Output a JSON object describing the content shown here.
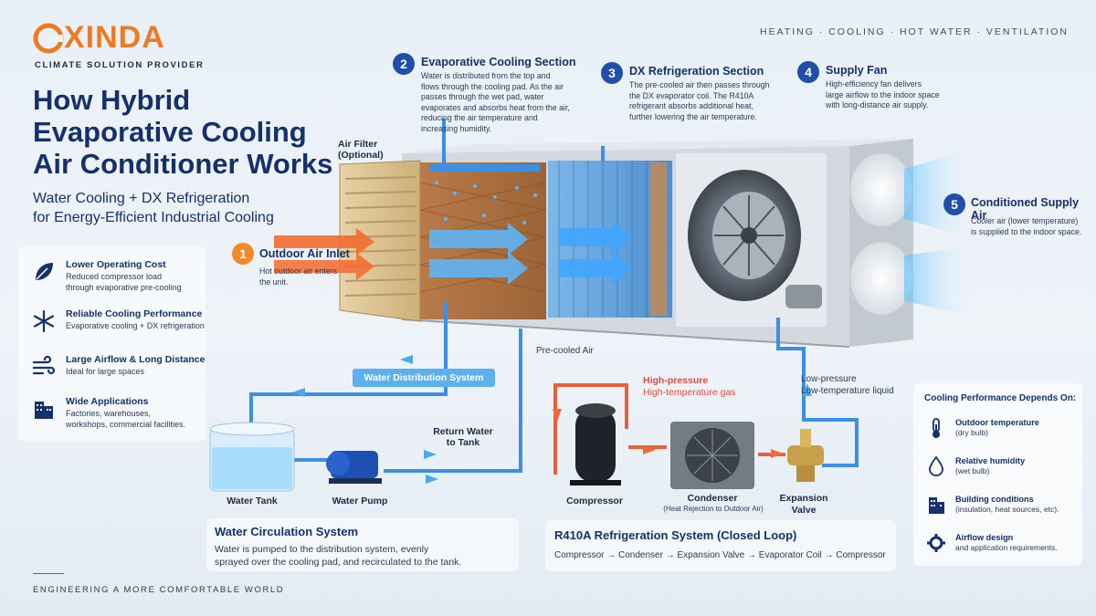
{
  "brand": {
    "name": "XINDA",
    "tagline": "CLIMATE SOLUTION PROVIDER",
    "accent": "#ee7a22",
    "navy": "#16306b"
  },
  "top_nav": "HEATING · COOLING · HOT WATER · VENTILATION",
  "title_lines": [
    "How Hybrid",
    "Evaporative Cooling",
    "Air Conditioner Works"
  ],
  "subtitle_lines": [
    "Water Cooling + DX Refrigeration",
    "for Energy-Efficient Industrial Cooling"
  ],
  "features": [
    {
      "icon": "leaf-icon",
      "title": "Lower Operating Cost",
      "desc": [
        "Reduced compressor load",
        "through evaporative pre-cooling"
      ]
    },
    {
      "icon": "snowflake-icon",
      "title": "Reliable Cooling Performance",
      "desc": [
        "Evaporative cooling + DX refrigeration"
      ]
    },
    {
      "icon": "wind-icon",
      "title": "Large Airflow & Long Distance",
      "desc": [
        "Ideal for large spaces"
      ]
    },
    {
      "icon": "building-icon",
      "title": "Wide Applications",
      "desc": [
        "Factories, warehouses,",
        "workshops, commercial facilities."
      ]
    }
  ],
  "steps": [
    {
      "num": "1",
      "title": "Outdoor Air Inlet",
      "desc": [
        "Hot outdoor air enters",
        "the unit."
      ]
    },
    {
      "num": "2",
      "title": "Evaporative Cooling Section",
      "desc": [
        "Water is distributed from the top and",
        "flows through the cooling pad. As the air",
        "passes through the wet pad, water",
        "evaporates and absorbs heat from the air,",
        "reducing the air temperature and",
        "increasing humidity."
      ]
    },
    {
      "num": "3",
      "title": "DX Refrigeration Section",
      "desc": [
        "The pre-cooled air then passes through",
        "the DX evaporator coil. The R410A",
        "refrigerant absorbs additional heat,",
        "further lowering the air temperature."
      ]
    },
    {
      "num": "4",
      "title": "Supply Fan",
      "desc": [
        "High-efficiency fan delivers",
        "large airflow to the indoor space",
        "with long-distance air supply."
      ]
    },
    {
      "num": "5",
      "title": "Conditioned Supply Air",
      "desc": [
        "Cooler air (lower temperature)",
        "is supplied to the indoor space."
      ]
    }
  ],
  "labels": {
    "air_filter": [
      "Air Filter",
      "(Optional)"
    ],
    "water_distribution": "Water Distribution System",
    "pre_cooled_air": "Pre-cooled Air",
    "return_water": [
      "Return Water",
      "to Tank"
    ],
    "high_pressure": [
      "High-pressure",
      "High-temperature gas"
    ],
    "low_pressure": [
      "Low-pressure",
      "Low-temperature liquid"
    ],
    "water_tank": "Water Tank",
    "water_pump": "Water Pump",
    "compressor": "Compressor",
    "condenser": "Condenser",
    "condenser_sub": "(Heat Rejection to Outdoor Air)",
    "expansion_valve": [
      "Expansion",
      "Valve"
    ]
  },
  "water_box": {
    "title": "Water Circulation System",
    "text": [
      "Water is pumped to the distribution system, evenly",
      "sprayed over the cooling pad, and recirculated to the tank."
    ]
  },
  "refrig_box": {
    "title": "R410A Refrigeration System (Closed Loop)",
    "text": "Compressor → Condenser → Expansion Valve → Evaporator Coil → Compressor"
  },
  "performance": {
    "title": "Cooling Performance Depends On:",
    "items": [
      {
        "icon": "thermometer-icon",
        "main": "Outdoor temperature",
        "sub": "(dry bulb)"
      },
      {
        "icon": "water-drop-icon",
        "main": "Relative humidity",
        "sub": "(wet bulb)"
      },
      {
        "icon": "building-icon",
        "main": "Building conditions",
        "sub": "(insulation, heat sources, etc)."
      },
      {
        "icon": "gear-icon",
        "main": "Airflow design",
        "sub": "and application requirements."
      }
    ]
  },
  "footer": "ENGINEERING A MORE COMFORTABLE WORLD"
}
